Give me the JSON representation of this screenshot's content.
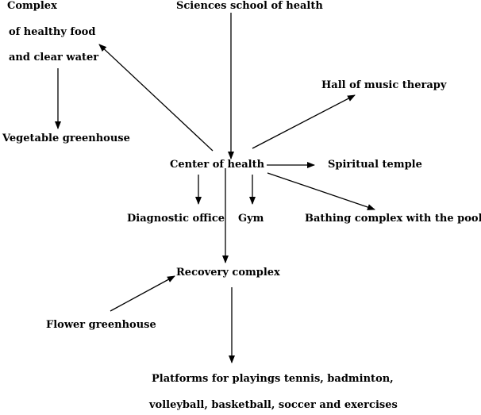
{
  "nodes": {
    "sciences_school": "Sciences school of health",
    "complex_line1": "Complex",
    "complex_line2": "of healthy food",
    "complex_line3": "and clear water",
    "vegetable_greenhouse": "Vegetable greenhouse",
    "hall_music": "Hall of music therapy",
    "center_health": "Center of health",
    "spiritual_temple": "Spiritual temple",
    "diagnostic_office": "Diagnostic office",
    "gym": "Gym",
    "bathing_complex": "Bathing complex with the pool",
    "recovery_complex": "Recovery complex",
    "flower_greenhouse": "Flower greenhouse",
    "platforms_line1": "Platforms for playings tennis, badminton,",
    "platforms_line2": "volleyball, basketball, soccer and exercises"
  },
  "colors": {
    "text": "#000000",
    "arrow": "#000000",
    "background": "#ffffff"
  }
}
